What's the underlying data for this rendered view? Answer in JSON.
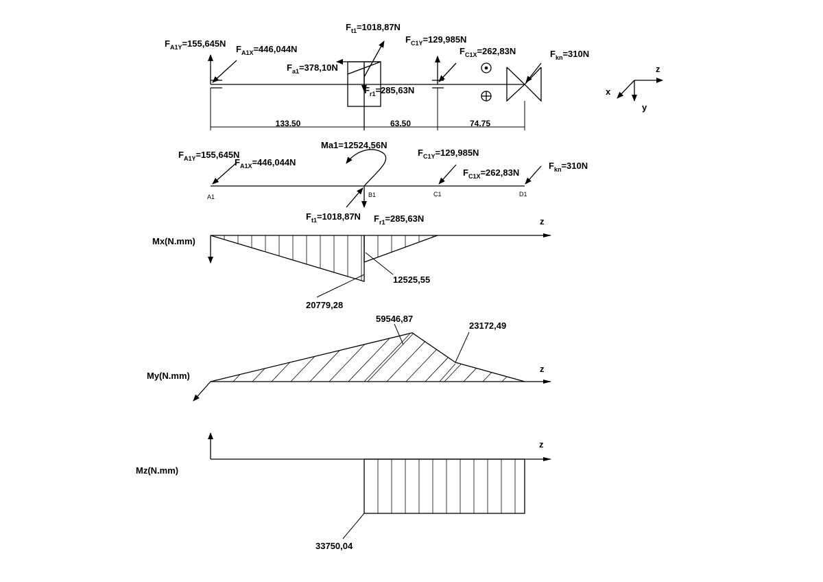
{
  "shaft_diagram": {
    "forces": {
      "fa1y": {
        "main": "F",
        "sub": "A1Y",
        "val": "=155,645N"
      },
      "fa1x": {
        "main": "F",
        "sub": "A1X",
        "val": "=446,044N"
      },
      "ft1": {
        "main": "F",
        "sub": "t1",
        "val": "=1018,87N"
      },
      "fa1": {
        "main": "F",
        "sub": "a1",
        "val": "=378,10N"
      },
      "fr1": {
        "main": "F",
        "sub": "r1",
        "val": "=285,63N"
      },
      "fc1y": {
        "main": "F",
        "sub": "C1Y",
        "val": "=129,985N"
      },
      "fc1x": {
        "main": "F",
        "sub": "C1X",
        "val": "=262,83N"
      },
      "fkn": {
        "main": "F",
        "sub": "kn",
        "val": "=310N"
      }
    },
    "dimensions": [
      "133.50",
      "63.50",
      "74.75"
    ]
  },
  "axes": {
    "x": "x",
    "y": "y",
    "z": "z"
  },
  "load_diagram": {
    "moment": "Ma1=12524,56N",
    "points": [
      "A1",
      "B1",
      "C1",
      "D1"
    ]
  },
  "mx": {
    "label": "Mx(N.mm)",
    "axis": "z",
    "values": [
      "20779,28",
      "12525,55"
    ]
  },
  "my": {
    "label": "My(N.mm)",
    "axis": "z",
    "values": [
      "59546,87",
      "23172,49"
    ]
  },
  "mz": {
    "label": "Mz(N.mm)",
    "axis": "z",
    "values": [
      "33750,04"
    ]
  }
}
